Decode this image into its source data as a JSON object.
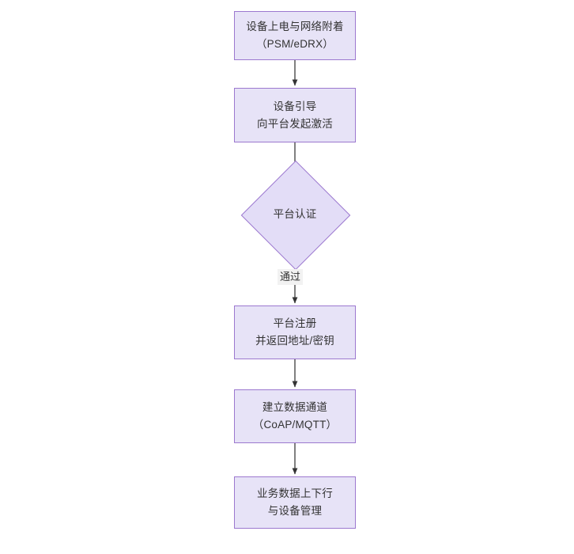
{
  "diagram": {
    "type": "flowchart",
    "orientation": "top-to-bottom",
    "background_color": "#ffffff",
    "node_fill_color": "#e7e3f7",
    "node_border_color": "#9c78cf",
    "edge_color": "#333333",
    "text_color": "#333333",
    "nodes": [
      {
        "id": "n1",
        "shape": "rectangle",
        "lines": [
          "设备上电与网络附着",
          "（PSM/eDRX）"
        ]
      },
      {
        "id": "n2",
        "shape": "rectangle",
        "lines": [
          "设备引导",
          "向平台发起激活"
        ]
      },
      {
        "id": "n3",
        "shape": "diamond",
        "lines": [
          "平台认证"
        ]
      },
      {
        "id": "n4",
        "shape": "rectangle",
        "lines": [
          "平台注册",
          "并返回地址/密钥"
        ]
      },
      {
        "id": "n5",
        "shape": "rectangle",
        "lines": [
          "建立数据通道",
          "（CoAP/MQTT）"
        ]
      },
      {
        "id": "n6",
        "shape": "rectangle",
        "lines": [
          "业务数据上下行",
          "与设备管理"
        ]
      }
    ],
    "edges": [
      {
        "from": "n1",
        "to": "n2",
        "label": ""
      },
      {
        "from": "n2",
        "to": "n3",
        "label": ""
      },
      {
        "from": "n3",
        "to": "n4",
        "label": "通过"
      },
      {
        "from": "n4",
        "to": "n5",
        "label": ""
      },
      {
        "from": "n5",
        "to": "n6",
        "label": ""
      }
    ]
  }
}
